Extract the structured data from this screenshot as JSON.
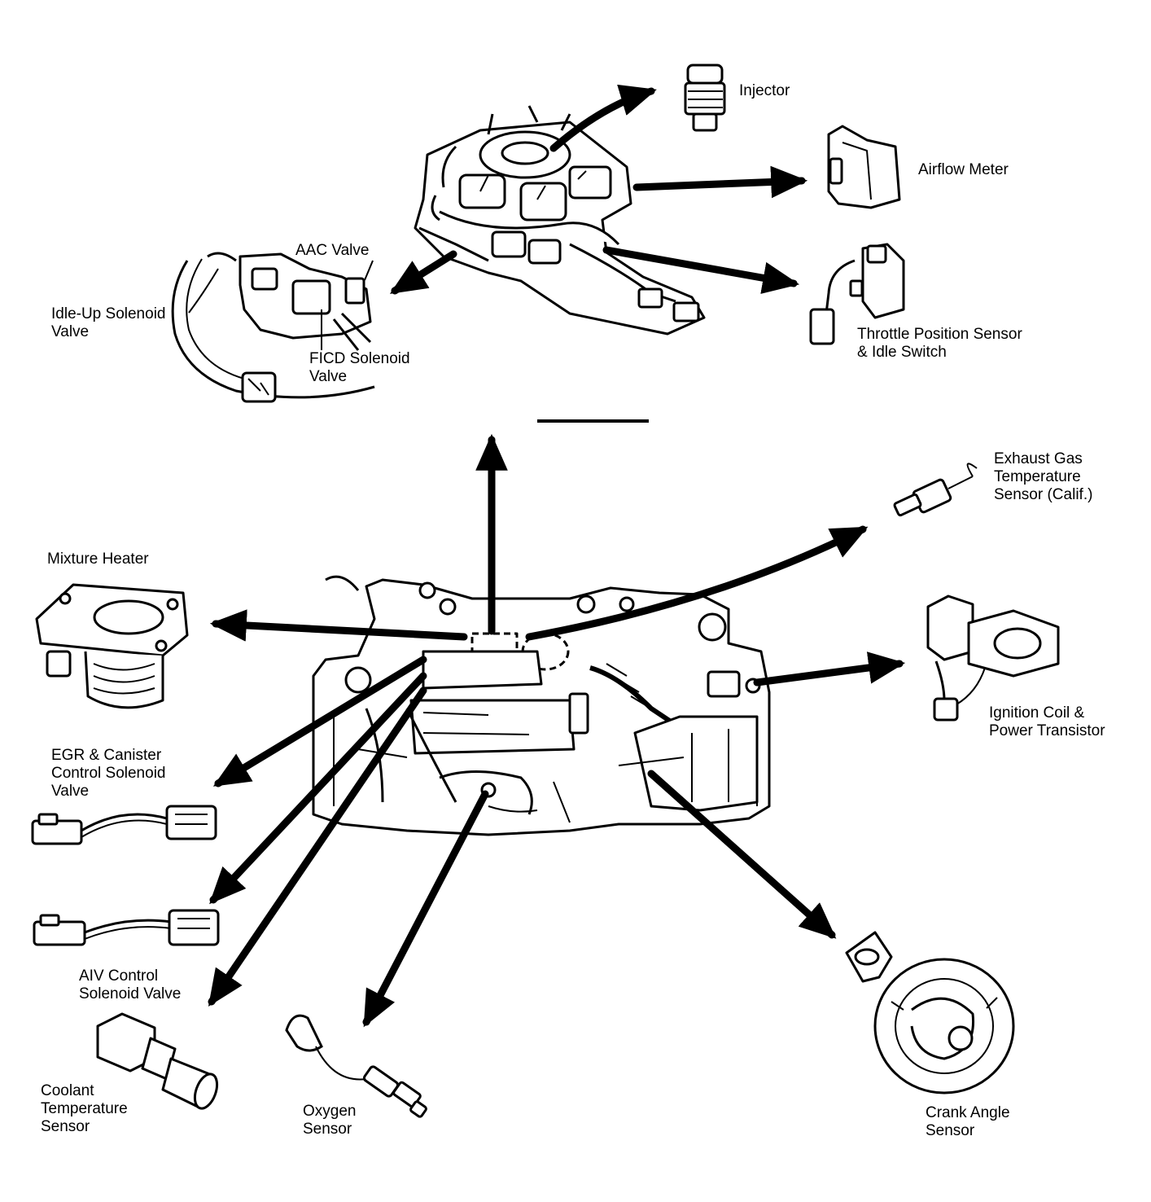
{
  "colors": {
    "ink": "#000000",
    "paper": "#ffffff"
  },
  "labels": {
    "injector": [
      "Injector"
    ],
    "airflow_meter": [
      "Airflow Meter"
    ],
    "aac_valve": [
      "AAC Valve"
    ],
    "idle_up_solenoid": [
      "Idle-Up Solenoid",
      "Valve"
    ],
    "ficd_solenoid": [
      "FICD Solenoid",
      "Valve"
    ],
    "throttle_position_sensor": [
      "Throttle Position Sensor",
      "& Idle Switch"
    ],
    "exhaust_gas_temp_sensor": [
      "Exhaust Gas",
      "Temperature",
      "Sensor (Calif.)"
    ],
    "mixture_heater": [
      "Mixture Heater"
    ],
    "ignition_coil": [
      "Ignition Coil &",
      "Power Transistor"
    ],
    "egr_canister_solenoid": [
      "EGR & Canister",
      "Control Solenoid",
      "Valve"
    ],
    "aiv_control_solenoid": [
      "AIV Control",
      "Solenoid Valve"
    ],
    "coolant_temp_sensor": [
      "Coolant",
      "Temperature",
      "Sensor"
    ],
    "oxygen_sensor": [
      "Oxygen",
      "Sensor"
    ],
    "crank_angle_sensor": [
      "Crank Angle",
      "Sensor"
    ]
  }
}
